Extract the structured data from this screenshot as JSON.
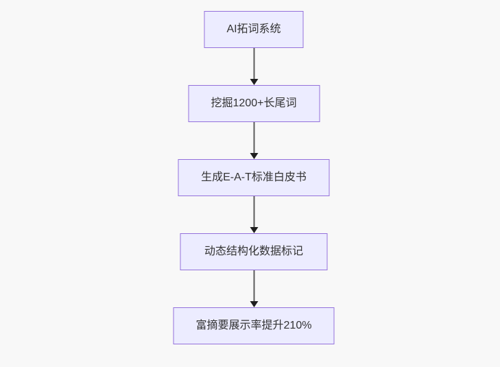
{
  "flowchart": {
    "type": "flowchart",
    "direction": "top-down",
    "nodes": [
      {
        "id": "node-1",
        "label": "AI拓词系统"
      },
      {
        "id": "node-2",
        "label": "挖掘1200+长尾词"
      },
      {
        "id": "node-3",
        "label": "生成E-A-T标准白皮书"
      },
      {
        "id": "node-4",
        "label": "动态结构化数据标记"
      },
      {
        "id": "node-5",
        "label": "富摘要展示率提升210%"
      }
    ],
    "edges": [
      {
        "from": "node-1",
        "to": "node-2"
      },
      {
        "from": "node-2",
        "to": "node-3"
      },
      {
        "from": "node-3",
        "to": "node-4"
      },
      {
        "from": "node-4",
        "to": "node-5"
      }
    ],
    "colors": {
      "node_fill": "#ECECFF",
      "node_border": "#9370DB",
      "edge_line": "#5c5c5c",
      "arrowhead": "#1f1f1f",
      "canvas_background": "#f8f8f8",
      "text": "#333333"
    }
  }
}
